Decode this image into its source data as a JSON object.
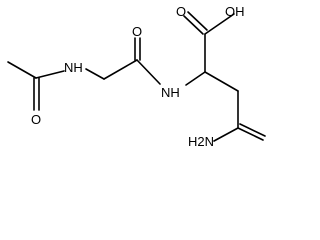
{
  "molecule": {
    "atoms": {
      "oh": "OH",
      "ketone_o_left": "O",
      "ketone_o_right": "O",
      "ketone_o_amide": "O",
      "nh_left": "NH",
      "nh_right": "NH",
      "h2n": "H2N"
    }
  },
  "colors": {
    "bond": "#000000",
    "text": "#000000",
    "background": "#ffffff"
  }
}
